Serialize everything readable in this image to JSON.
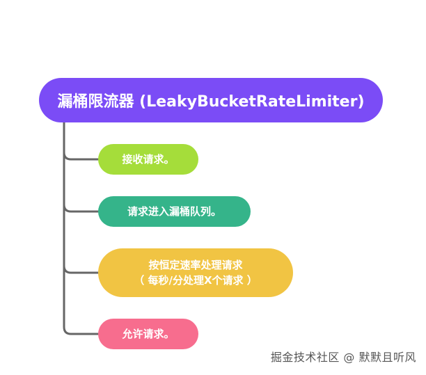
{
  "diagram": {
    "root": {
      "label": "漏桶限流器 (LeakyBucketRateLimiter)",
      "color": "#7b4cf6"
    },
    "children": [
      {
        "lines": [
          "接收请求。"
        ],
        "color": "#a5dd3a"
      },
      {
        "lines": [
          "请求进入漏桶队列。"
        ],
        "color": "#35b48a"
      },
      {
        "lines": [
          "按恒定速率处理请求",
          "（ 每秒/分处理X个请求 ）"
        ],
        "color": "#f1c443"
      },
      {
        "lines": [
          "允许请求。"
        ],
        "color": "#f76d8e"
      }
    ],
    "connector_color": "#666666"
  },
  "watermark": "掘金技术社区 @ 默默且听风"
}
